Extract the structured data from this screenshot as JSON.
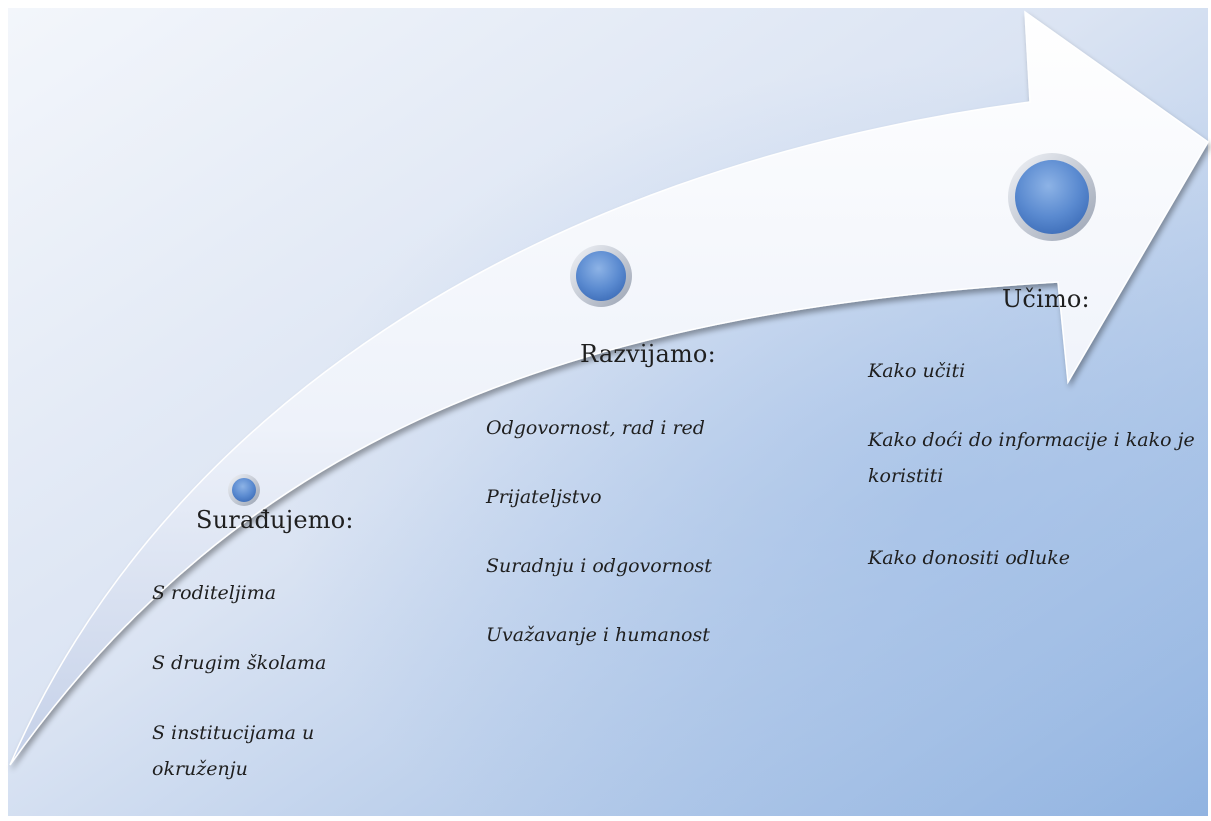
{
  "colors": {
    "bg_light": "#e9eef8",
    "bg_dark": "#8fb2e0",
    "arrow_light": "#f7f9fd",
    "arrow_dark": "#c6d3ea",
    "node_fill": "#5b8bcf",
    "node_ring": "#c9ced8"
  },
  "stages": [
    {
      "heading": "Surađujemo:",
      "items": [
        "S roditeljima",
        "S drugim školama",
        "S institucijama u okruženju"
      ]
    },
    {
      "heading": "Razvijamo:",
      "items": [
        "Odgovornost, rad i red",
        "Prijateljstvo",
        "Suradnju i odgovornost",
        "Uvažavanje i humanost"
      ]
    },
    {
      "heading": "Učimo:",
      "items": [
        "Kako učiti",
        "Kako doći do informacije i kako je koristiti",
        "Kako donositi odluke"
      ]
    }
  ]
}
